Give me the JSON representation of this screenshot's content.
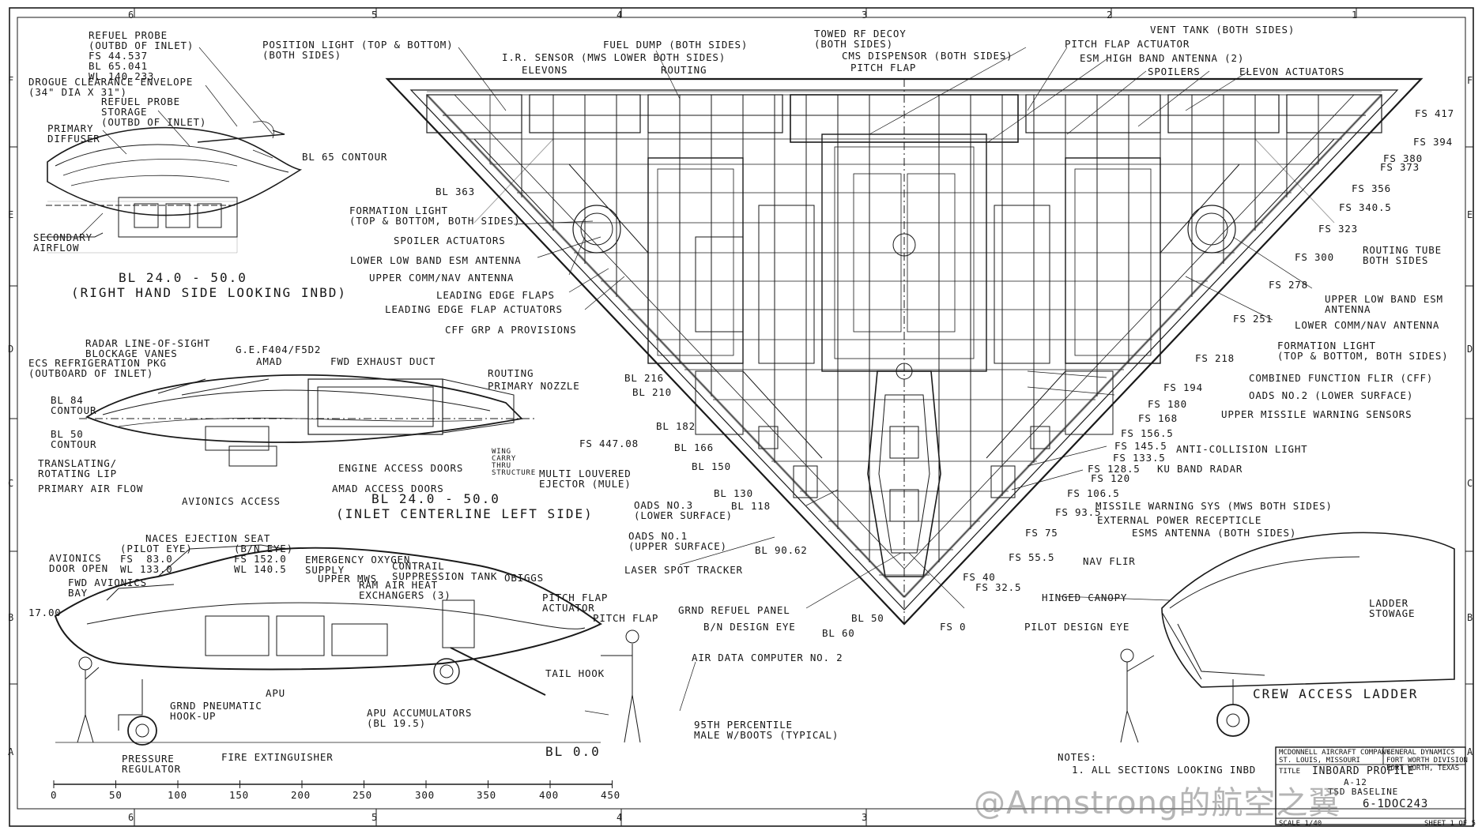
{
  "zones": {
    "top": [
      "6",
      "5",
      "4",
      "3",
      "2",
      "1"
    ],
    "side": [
      "F",
      "E",
      "D",
      "C",
      "B",
      "A"
    ]
  },
  "views": {
    "view1_title_a": "BL 24.0 - 50.0",
    "view1_title_b": "(RIGHT HAND SIDE LOOKING INBD)",
    "view2_title_a": "BL 24.0 - 50.0",
    "view2_title_b": "(INLET CENTERLINE LEFT SIDE)",
    "view3_title": "BL 0.0",
    "ladder_title": "CREW ACCESS LADDER"
  },
  "labels": {
    "refuel_probe_outbd": "REFUEL PROBE\n(OUTBD OF INLET)\nFS 44.537\nBL 65.041\nWL 140.233",
    "drogue": "DROGUE CLEARANCE ENVELOPE\n(34\" DIA X 31\")",
    "refuel_storage": "REFUEL PROBE\nSTORAGE\n(OUTBD OF INLET)",
    "primary_diffuser": "PRIMARY\nDIFFUSER",
    "bl65_contour": "BL 65 CONTOUR",
    "secondary_airflow": "SECONDARY\nAIRFLOW",
    "position_light": "POSITION LIGHT (TOP & BOTTOM)\n(BOTH SIDES)",
    "fuel_dump": "FUEL DUMP (BOTH SIDES)",
    "ir_sensor": "I.R. SENSOR (MWS LOWER BOTH SIDES)",
    "elevons": "ELEVONS",
    "routing_top": "ROUTING",
    "towed_decoy": "TOWED RF DECOY\n(BOTH SIDES)",
    "cms_dispensor": "CMS DISPENSOR (BOTH SIDES)",
    "pitch_flap_top": "PITCH FLAP",
    "vent_tank": "VENT TANK (BOTH SIDES)",
    "pitch_flap_actuator_top": "PITCH FLAP ACTUATOR",
    "esm_high": "ESM HIGH BAND ANTENNA (2)",
    "spoilers": "SPOILERS",
    "elevon_actuators": "ELEVON ACTUATORS",
    "bl363": "BL 363",
    "formation_light_l": "FORMATION LIGHT\n(TOP & BOTTOM, BOTH SIDES)",
    "spoiler_actuators": "SPOILER ACTUATORS",
    "lower_low_esm": "LOWER LOW BAND ESM ANTENNA",
    "upper_comm_nav": "UPPER COMM/NAV ANTENNA",
    "le_flaps": "LEADING EDGE FLAPS",
    "le_flap_actuators": "LEADING EDGE FLAP ACTUATORS",
    "cff_grp": "CFF GRP A PROVISIONS",
    "radar_los": "RADAR LINE-OF-SIGHT\nBLOCKAGE VANES",
    "ecs_refrig": "ECS REFRIGERATION PKG\n(OUTBOARD OF INLET)",
    "ge_f404": "G.E.F404/F5D2",
    "amad": "AMAD",
    "fwd_exhaust": "FWD EXHAUST DUCT",
    "routing_mid": "ROUTING",
    "primary_nozzle": "PRIMARY NOZZLE",
    "bl84_contour": "BL 84\nCONTOUR",
    "bl50_contour": "BL 50\nCONTOUR",
    "fs447": "FS 447.08",
    "translating_lip": "TRANSLATING/\nROTATING LIP",
    "primary_air_flow": "PRIMARY AIR FLOW",
    "engine_access": "ENGINE ACCESS DOORS",
    "wing_carry": "WING\nCARRY\nTHRU\nSTRUCTURE",
    "multi_louvered": "MULTI LOUVERED\nEJECTOR (MULE)",
    "amad_access": "AMAD ACCESS DOORS",
    "avionics_access": "AVIONICS ACCESS",
    "bl216": "BL 216",
    "bl210": "BL 210",
    "bl182": "BL 182",
    "bl166": "BL 166",
    "bl150": "BL 150",
    "bl130": "BL 130",
    "bl118": "BL 118",
    "oads3": "OADS NO.3\n(LOWER SURFACE)",
    "oads1": "OADS NO.1\n(UPPER SURFACE)",
    "bl9062": "BL 90.62",
    "laser_spot": "LASER SPOT TRACKER",
    "grnd_refuel": "GRND REFUEL PANEL",
    "bn_design_eye": "B/N DESIGN EYE",
    "bl50": "BL 50",
    "bl60": "BL 60",
    "air_data": "AIR DATA COMPUTER NO. 2",
    "fs0": "FS 0",
    "pilot_design_eye": "PILOT DESIGN EYE",
    "hinged_canopy": "HINGED CANOPY",
    "fs325": "FS 32.5",
    "fs40": "FS 40",
    "fs555": "FS 55.5",
    "nav_flir": "NAV FLIR",
    "fs75": "FS 75",
    "esms_antenna": "ESMS ANTENNA (BOTH SIDES)",
    "fs935": "FS 93.5",
    "ext_power": "EXTERNAL POWER RECEPTICLE",
    "fs1065": "FS 106.5",
    "mws": "MISSILE WARNING SYS (MWS BOTH SIDES)",
    "fs120": "FS 120",
    "fs1285": "FS 128.5",
    "ku_band": "KU BAND RADAR",
    "fs1335": "FS 133.5",
    "fs1455": "FS 145.5",
    "anti_collision": "ANTI-COLLISION LIGHT",
    "fs1565": "FS 156.5",
    "fs168": "FS 168",
    "upper_missile": "UPPER MISSILE WARNING SENSORS",
    "fs180": "FS 180",
    "oads2": "OADS NO.2 (LOWER SURFACE)",
    "fs194": "FS 194",
    "cff": "COMBINED FUNCTION FLIR (CFF)",
    "fs218": "FS 218",
    "formation_light_r": "FORMATION LIGHT\n(TOP & BOTTOM, BOTH SIDES)",
    "fs251": "FS 251",
    "lower_comm_nav": "LOWER COMM/NAV ANTENNA",
    "fs278": "FS 278",
    "upper_low_esm": "UPPER LOW BAND ESM\nANTENNA",
    "fs300": "FS 300",
    "routing_tube": "ROUTING TUBE\nBOTH SIDES",
    "fs323": "FS 323",
    "fs3405": "FS 340.5",
    "fs356": "FS 356",
    "fs373": "FS 373",
    "fs380": "FS 380",
    "fs394": "FS 394",
    "fs417": "FS 417",
    "naces": "NACES EJECTION SEAT",
    "pilot_eye": "(PILOT EYE)\nFS  83.0\nWL 133.0",
    "bn_eye": "(B/N EYE)\nFS 152.0\nWL 140.5",
    "avionics_door": "AVIONICS\nDOOR OPEN",
    "fwd_avionics_bay": "FWD AVIONICS\nBAY",
    "dim17": "17.00",
    "emergency_oxygen": "EMERGENCY OXYGEN\nSUPPLY",
    "upper_mws": "UPPER MWS",
    "contrail": "CONTRAIL\nSUPPRESSION TANK",
    "ram_air": "RAM AIR HEAT\nEXCHANGERS (3)",
    "obiggs": "OBIGGS",
    "pitch_flap_actuator_side": "PITCH FLAP\nACTUATOR",
    "pitch_flap_side": "PITCH FLAP",
    "tail_hook": "TAIL HOOK",
    "apu": "APU",
    "grnd_pneumatic": "GRND PNEUMATIC\nHOOK-UP",
    "apu_accum": "APU ACCUMULATORS\n(BL 19.5)",
    "pressure_reg": "PRESSURE\nREGULATOR",
    "fire_ext": "FIRE EXTINGUISHER",
    "percentile": "95TH PERCENTILE\nMALE W/BOOTS (TYPICAL)",
    "ladder_stowage": "LADDER\nSTOWAGE",
    "notes": "NOTES:",
    "note1": "1. ALL SECTIONS LOOKING INBD"
  },
  "scale_bar": [
    "0",
    "50",
    "100",
    "150",
    "200",
    "250",
    "300",
    "350",
    "400",
    "450"
  ],
  "title_block": {
    "mcdonnell": "MCDONNELL AIRCRAFT COMPANY\nST. LOUIS, MISSOURI",
    "gd": "GENERAL DYNAMICS\nFORT WORTH DIVISION\nFORT WORTH, TEXAS",
    "title_lbl": "TITLE",
    "title_line1": "INBOARD PROFILE",
    "title_line2": "A-12",
    "title_line3": "TSD BASELINE",
    "dwg_no": "6-1DOC243",
    "scale": "SCALE 1/40",
    "sheet": "SHEET 1 OF 5"
  },
  "watermark": "@Armstrong的航空之翼"
}
